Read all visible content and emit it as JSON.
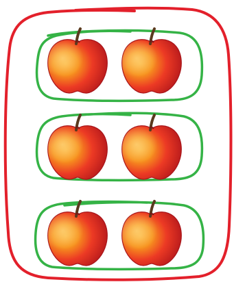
{
  "figure": {
    "kind": "grouping-illustration",
    "object_icon": "apple-icon",
    "groups": [
      {
        "count": 2
      },
      {
        "count": 2
      },
      {
        "count": 2
      }
    ],
    "colors": {
      "outer_loop": "#e3202b",
      "group_loop": "#35b346",
      "apple_dark": "#c41a1d",
      "apple_light": "#f7931e",
      "stem": "#5a3a1e"
    }
  }
}
